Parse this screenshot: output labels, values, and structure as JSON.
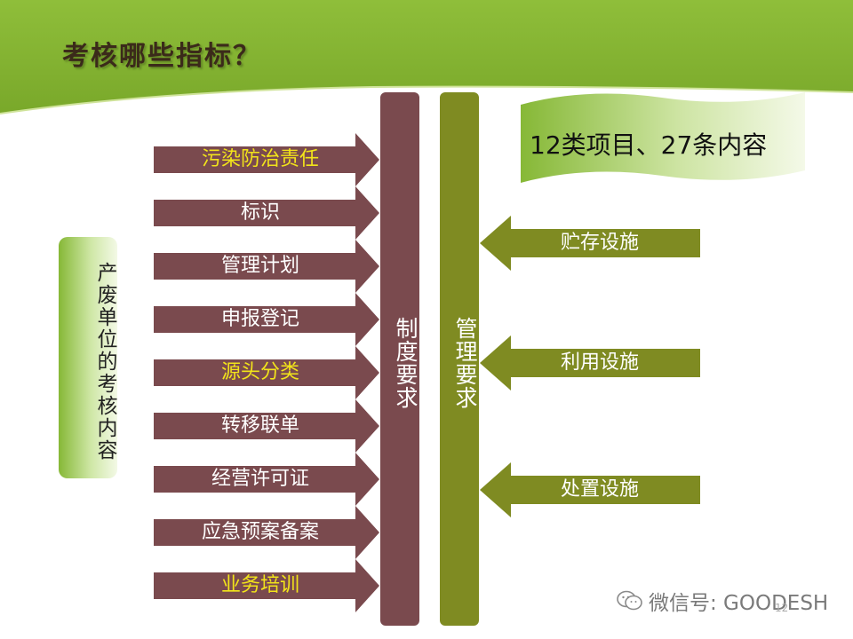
{
  "slide": {
    "title": "考核哪些指标？",
    "left_box": "产废单位的考核内容",
    "pill_left": "制度要求",
    "pill_right": "管理要求",
    "summary": "12类项目、27条内容",
    "left_items": [
      {
        "label": "污染防治责任",
        "highlight": true
      },
      {
        "label": "标识",
        "highlight": false
      },
      {
        "label": "管理计划",
        "highlight": false
      },
      {
        "label": "申报登记",
        "highlight": false
      },
      {
        "label": "源头分类",
        "highlight": true
      },
      {
        "label": "转移联单",
        "highlight": false
      },
      {
        "label": "经营许可证",
        "highlight": false
      },
      {
        "label": "应急预案备案",
        "highlight": false
      },
      {
        "label": "业务培训",
        "highlight": true
      }
    ],
    "right_items": [
      {
        "label": "贮存设施"
      },
      {
        "label": "利用设施"
      },
      {
        "label": "处置设施"
      }
    ],
    "watermark": "微信号: GOODESH",
    "page_number": "12"
  },
  "colors": {
    "brand_green": "#8cb93a",
    "maroon": "#7a4a4e",
    "olive": "#7f8b22",
    "highlight_text": "#f2e41a"
  }
}
